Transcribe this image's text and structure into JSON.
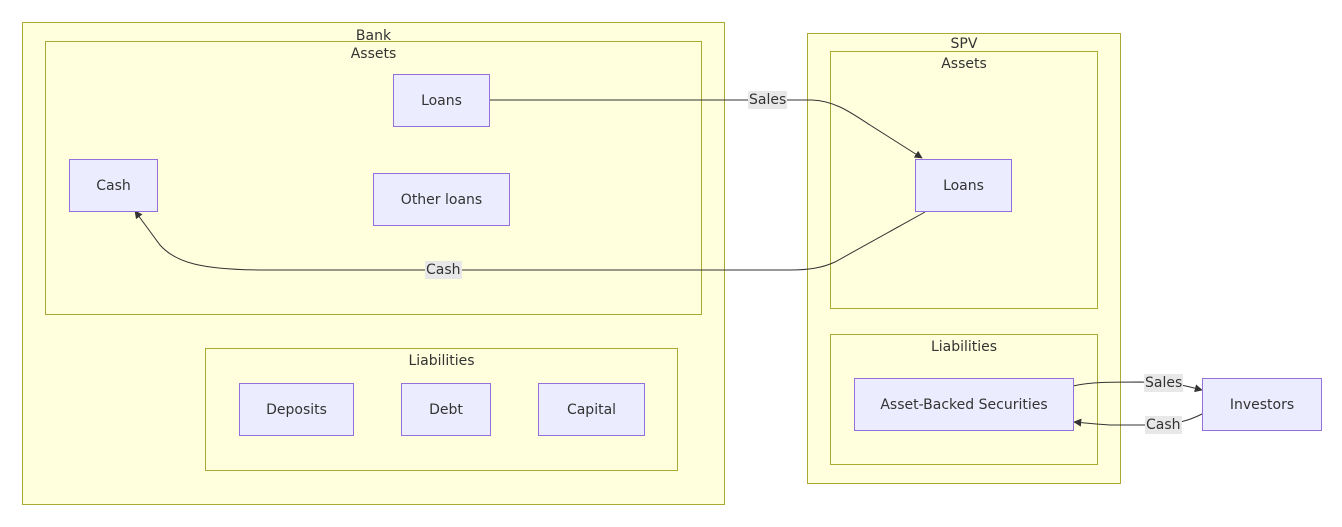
{
  "clusters": {
    "bank": {
      "title": "Bank"
    },
    "bank_assets": {
      "title": "Assets"
    },
    "bank_liabilities": {
      "title": "Liabilities"
    },
    "spv": {
      "title": "SPV"
    },
    "spv_assets": {
      "title": "Assets"
    },
    "spv_liabilities": {
      "title": "Liabilities"
    }
  },
  "nodes": {
    "bank_loans": "Loans",
    "cash": "Cash",
    "other_loans": "Other loans",
    "deposits": "Deposits",
    "debt": "Debt",
    "capital": "Capital",
    "spv_loans": "Loans",
    "abs": "Asset-Backed Securities",
    "investors": "Investors"
  },
  "edges": {
    "loans_sales": "Sales",
    "cash_back": "Cash",
    "abs_sales": "Sales",
    "investors_cash": "Cash"
  },
  "colors": {
    "cluster_fill": "#ffffde",
    "cluster_border": "#aaaa33",
    "node_fill": "#ececff",
    "node_border": "#9370db",
    "edge": "#333333",
    "edge_label_bg": "#e8e8e8"
  }
}
